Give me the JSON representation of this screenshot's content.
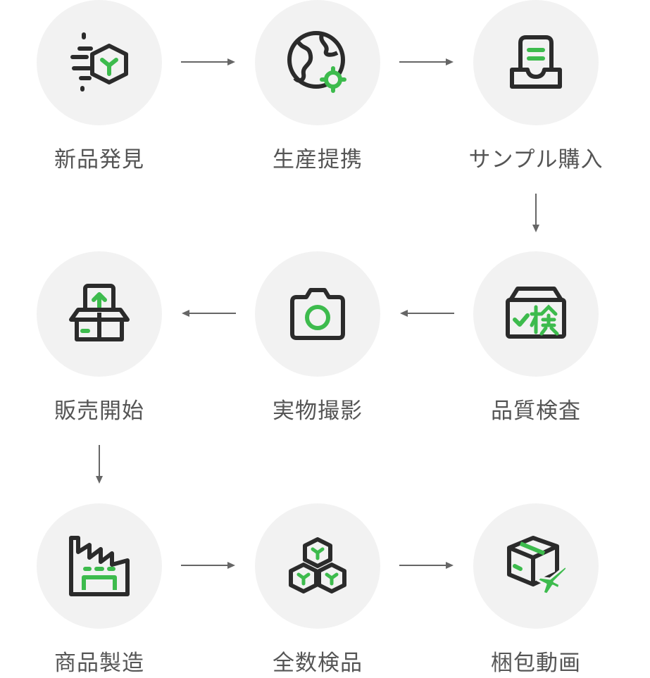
{
  "colors": {
    "accent": "#3dbb4d",
    "ink": "#2b2b2b",
    "circle": "#f2f2f2",
    "arrow": "#666666",
    "label": "#555555"
  },
  "steps": [
    {
      "label": "新品発見",
      "icon": "cube-speed-icon"
    },
    {
      "label": "生産提携",
      "icon": "globe-gear-icon"
    },
    {
      "label": "サンプル購入",
      "icon": "document-tray-icon"
    },
    {
      "label": "品質検査",
      "icon": "inspection-box-icon"
    },
    {
      "label": "実物撮影",
      "icon": "camera-icon"
    },
    {
      "label": "販売開始",
      "icon": "open-box-upload-icon"
    },
    {
      "label": "商品製造",
      "icon": "factory-icon"
    },
    {
      "label": "全数検品",
      "icon": "stacked-cubes-icon"
    },
    {
      "label": "梱包動画",
      "icon": "box-airplane-icon"
    }
  ]
}
